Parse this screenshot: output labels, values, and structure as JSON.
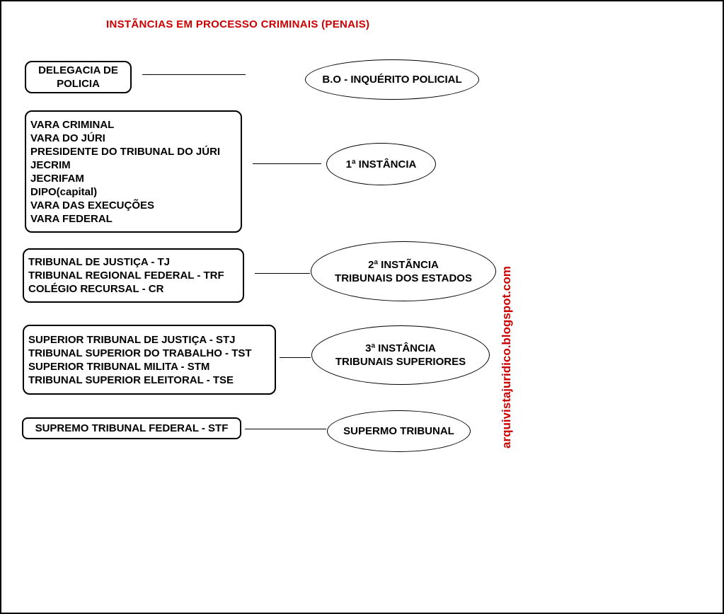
{
  "page": {
    "title": "INSTÃNCIAS EM PROCESSO CRIMINAIS (PENAIS)",
    "watermark": "arquivistajuridico.blogspot.com",
    "colors": {
      "accent_red": "#cc0000",
      "line_black": "#000000",
      "background": "#ffffff"
    }
  },
  "flowchart": {
    "rows": [
      {
        "box_lines": [
          "DELEGACIA DE",
          "POLICIA"
        ],
        "ellipse_lines": [
          "B.O - INQUÉRITO POLICIAL"
        ]
      },
      {
        "box_lines": [
          "VARA CRIMINAL",
          "VARA DO JÚRI",
          "PRESIDENTE DO TRIBUNAL DO JÚRI",
          "JECRIM",
          "JECRIFAM",
          "DIPO(capital)",
          "VARA DAS EXECUÇÕES",
          "VARA FEDERAL"
        ],
        "ellipse_lines": [
          "1ª INSTÂNCIA"
        ]
      },
      {
        "box_lines": [
          "TRIBUNAL DE JUSTIÇA - TJ",
          "TRIBUNAL REGIONAL FEDERAL - TRF",
          "COLÉGIO RECURSAL - CR"
        ],
        "ellipse_lines": [
          "2ª INSTÃNCIA",
          "TRIBUNAIS DOS ESTADOS"
        ]
      },
      {
        "box_lines": [
          "SUPERIOR TRIBUNAL DE JUSTIÇA - STJ",
          "TRIBUNAL SUPERIOR DO TRABALHO - TST",
          "SUPERIOR TRIBUNAL MILITA - STM",
          "TRIBUNAL SUPERIOR ELEITORAL - TSE"
        ],
        "ellipse_lines": [
          "3ª INSTÂNCIA",
          "TRIBUNAIS SUPERIORES"
        ]
      },
      {
        "box_lines": [
          "SUPREMO TRIBUNAL FEDERAL - STF"
        ],
        "ellipse_lines": [
          "SUPERMO TRIBUNAL"
        ]
      }
    ]
  }
}
